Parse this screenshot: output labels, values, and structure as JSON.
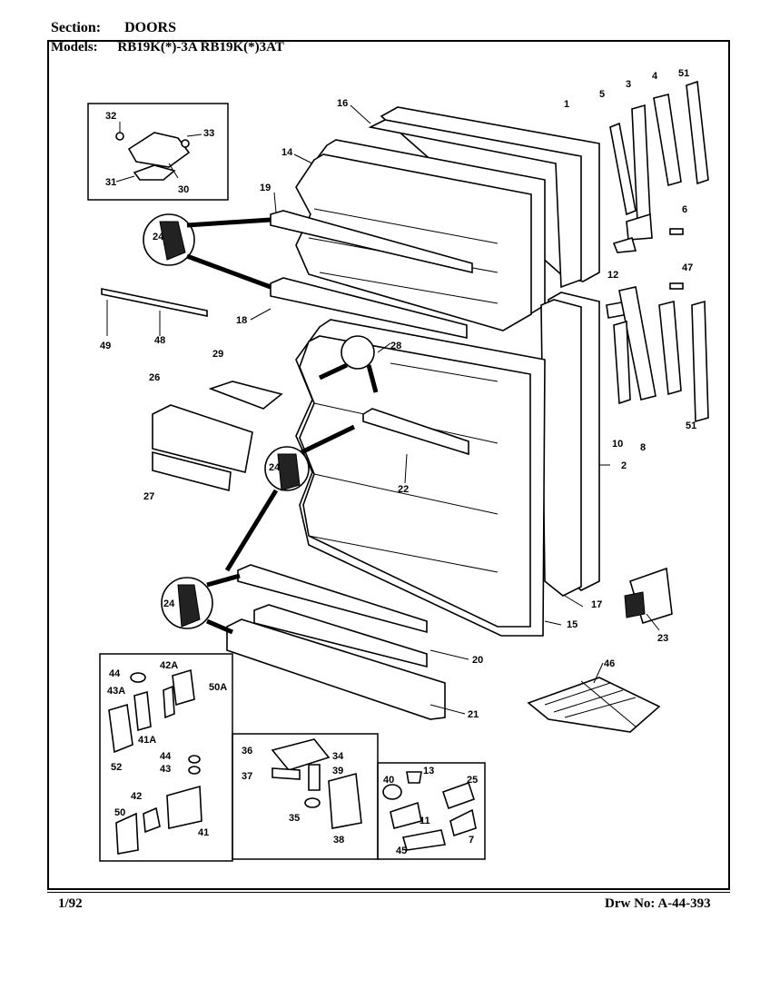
{
  "header": {
    "section_label": "Section:",
    "section_value": "DOORS",
    "models_label": "Models:",
    "models_value": "RB19K(*)-3A  RB19K(*)3AT"
  },
  "footer": {
    "date": "1/92",
    "drawing_number": "Drw No: A-44-393"
  },
  "callouts": {
    "c1": "1",
    "c2": "2",
    "c3": "3",
    "c4": "4",
    "c5": "5",
    "c6": "6",
    "c7": "7",
    "c8": "8",
    "c10": "10",
    "c11": "11",
    "c12": "12",
    "c13": "13",
    "c14": "14",
    "c15": "15",
    "c16": "16",
    "c17": "17",
    "c18": "18",
    "c19": "19",
    "c20": "20",
    "c21": "21",
    "c22": "22",
    "c23": "23",
    "c24a": "24",
    "c24b": "24",
    "c24c": "24",
    "c25": "25",
    "c26": "26",
    "c27": "27",
    "c28": "28",
    "c29": "29",
    "c30": "30",
    "c31": "31",
    "c32": "32",
    "c33": "33",
    "c34": "34",
    "c35": "35",
    "c36": "36",
    "c37": "37",
    "c38": "38",
    "c39": "39",
    "c40": "40",
    "c41": "41",
    "c41a": "41A",
    "c42": "42",
    "c42a": "42A",
    "c43": "43",
    "c43a": "43A",
    "c44a": "44",
    "c44b": "44",
    "c45": "45",
    "c46": "46",
    "c47": "47",
    "c48": "48",
    "c49": "49",
    "c50": "50",
    "c50a": "50A",
    "c51a": "51",
    "c51b": "51",
    "c52": "52"
  }
}
